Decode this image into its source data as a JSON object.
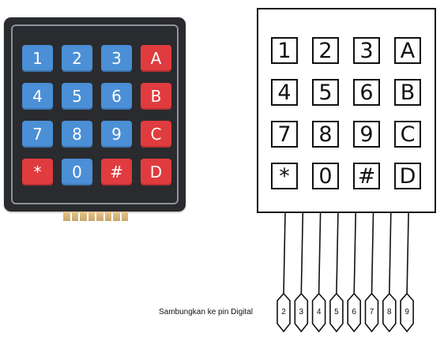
{
  "photo_keypad": {
    "keys": [
      {
        "label": "1",
        "color": "#4b8fd6"
      },
      {
        "label": "2",
        "color": "#4b8fd6"
      },
      {
        "label": "3",
        "color": "#4b8fd6"
      },
      {
        "label": "A",
        "color": "#e03b3f"
      },
      {
        "label": "4",
        "color": "#4b8fd6"
      },
      {
        "label": "5",
        "color": "#4b8fd6"
      },
      {
        "label": "6",
        "color": "#4b8fd6"
      },
      {
        "label": "B",
        "color": "#e03b3f"
      },
      {
        "label": "7",
        "color": "#4b8fd6"
      },
      {
        "label": "8",
        "color": "#4b8fd6"
      },
      {
        "label": "9",
        "color": "#4b8fd6"
      },
      {
        "label": "C",
        "color": "#e03b3f"
      },
      {
        "label": "*",
        "color": "#e03b3f"
      },
      {
        "label": "0",
        "color": "#4b8fd6"
      },
      {
        "label": "#",
        "color": "#e03b3f"
      },
      {
        "label": "D",
        "color": "#e03b3f"
      }
    ]
  },
  "schematic_keypad": {
    "keys": [
      "1",
      "2",
      "3",
      "A",
      "4",
      "5",
      "6",
      "B",
      "7",
      "8",
      "9",
      "C",
      "*",
      "0",
      "#",
      "D"
    ]
  },
  "caption": "Sambungkan  ke pin Digital",
  "pins": [
    "2",
    "3",
    "4",
    "5",
    "6",
    "7",
    "8",
    "9"
  ]
}
